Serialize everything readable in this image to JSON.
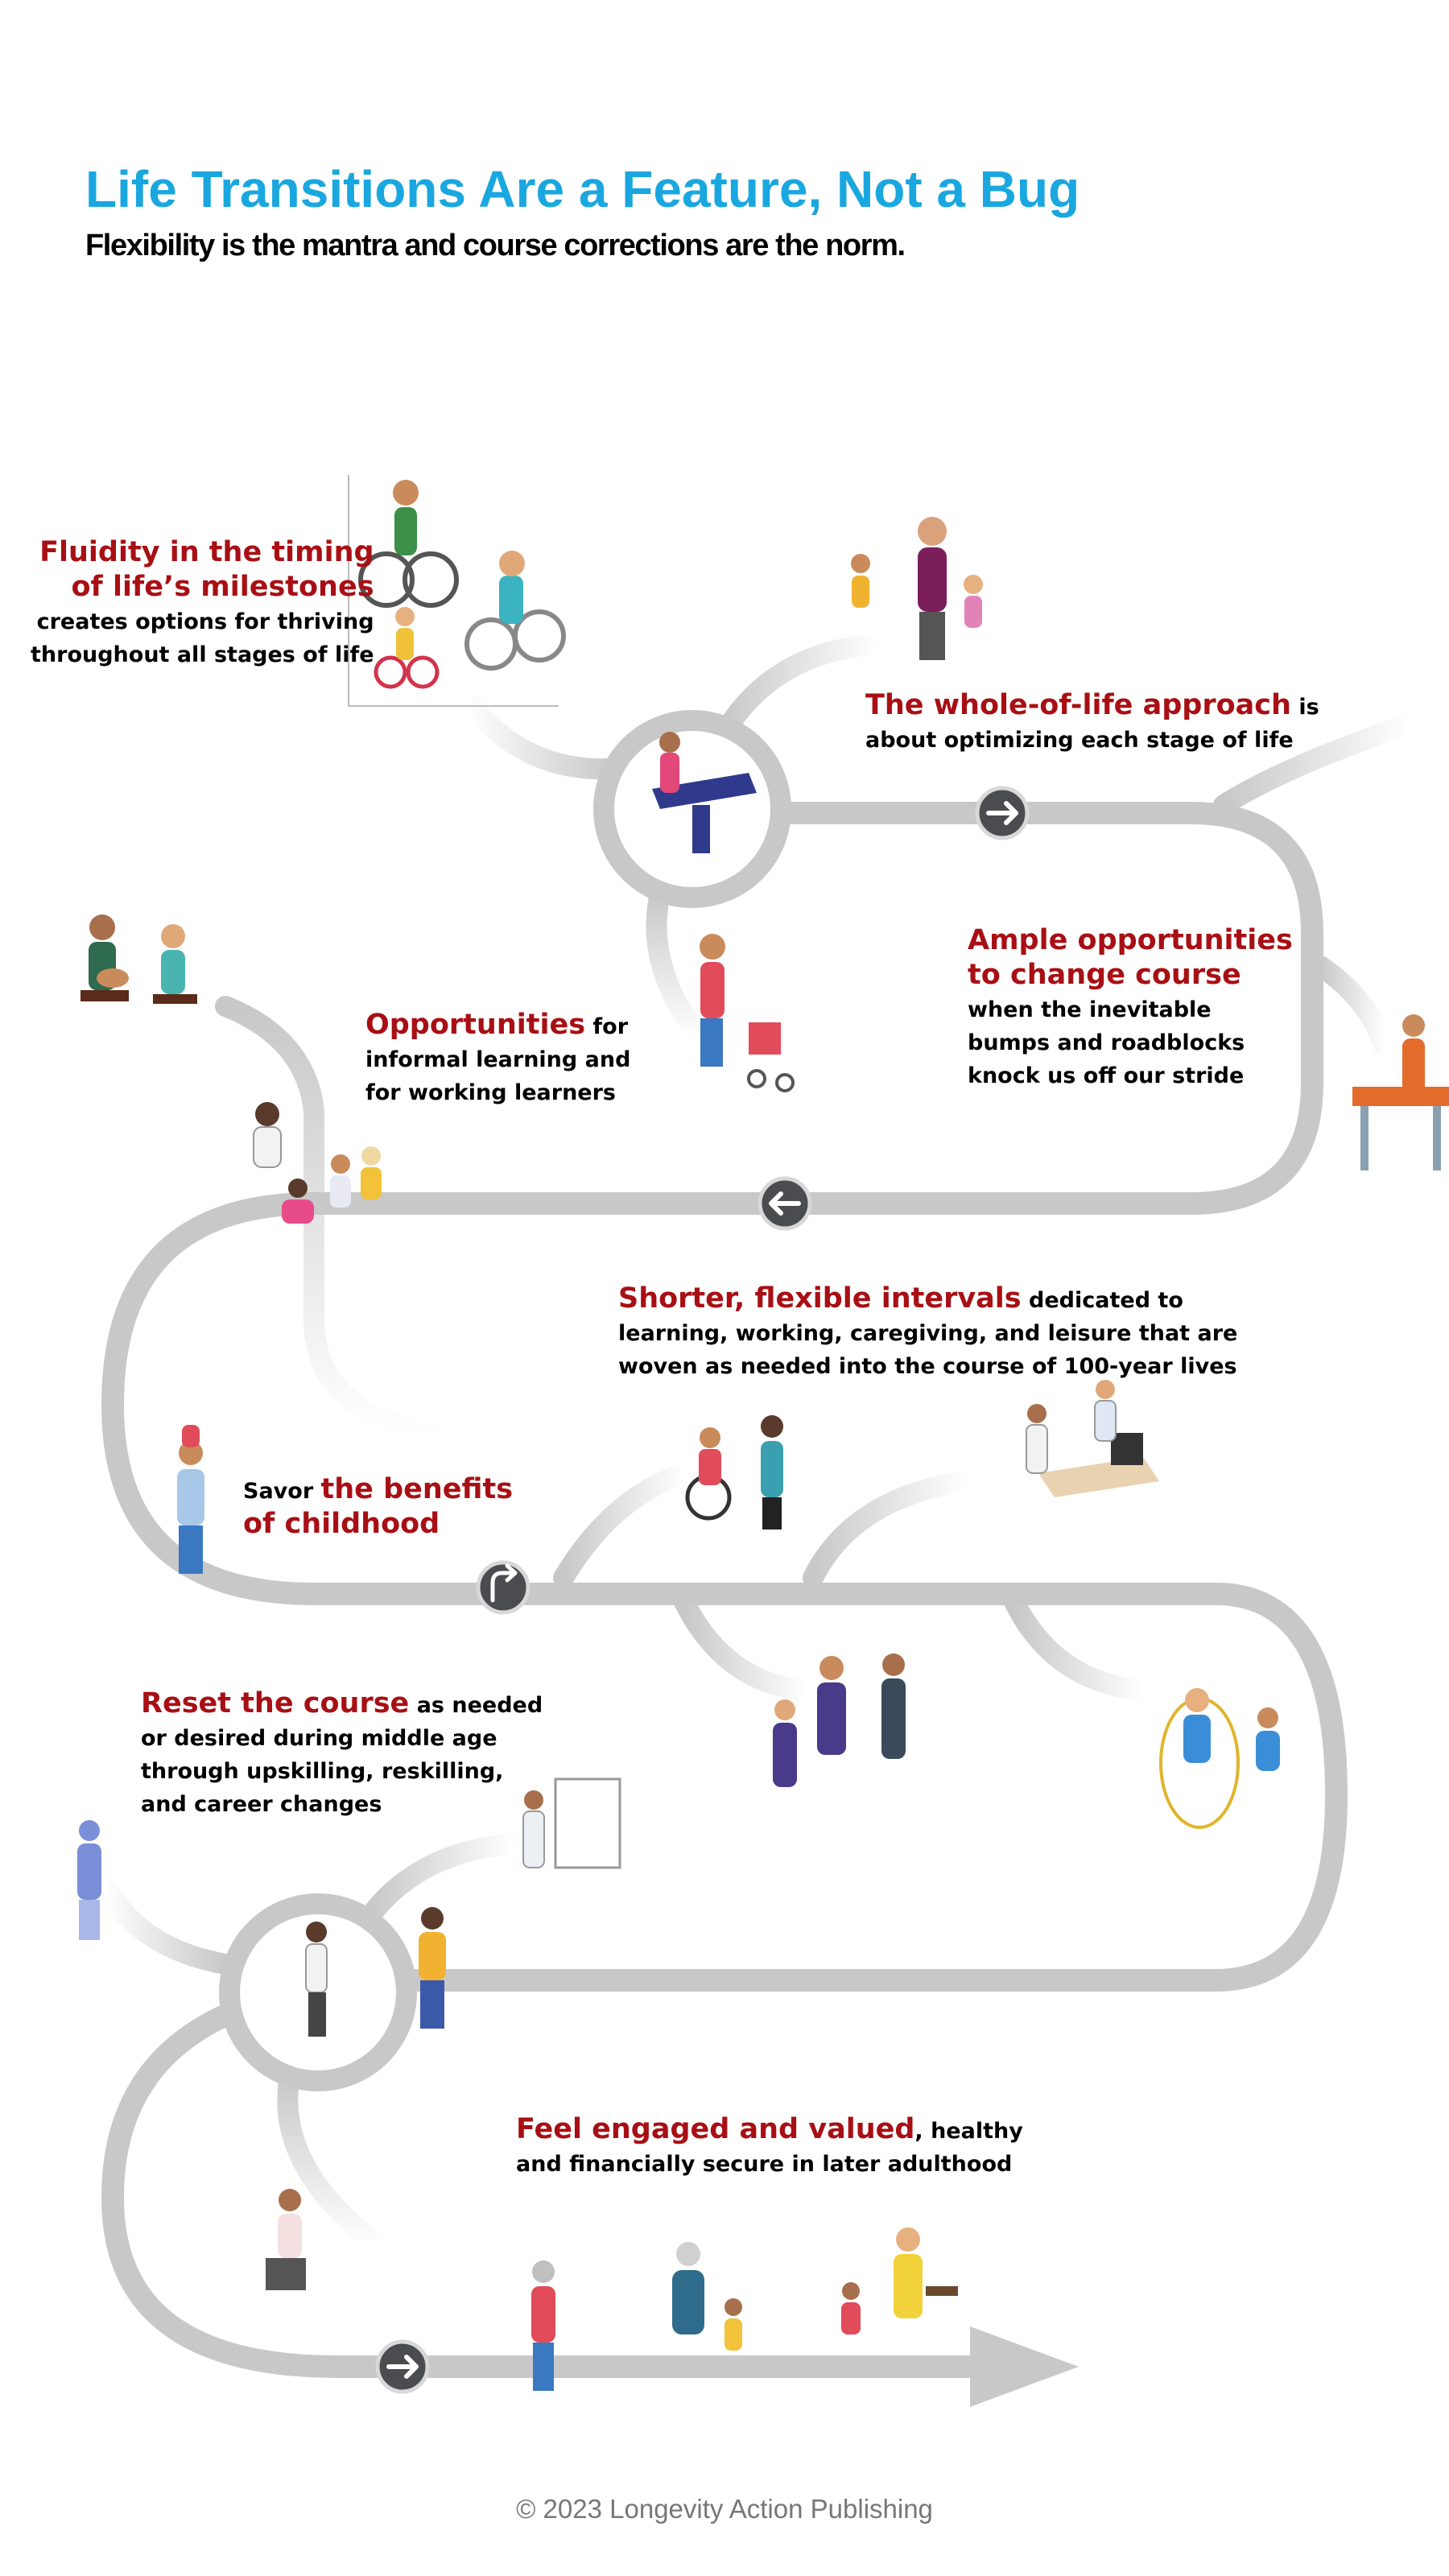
{
  "header": {
    "title": "Life Transitions Are a Feature, Not a Bug",
    "subtitle": "Flexibility is the mantra and course corrections are the norm."
  },
  "captions": {
    "fluidity": {
      "highlight": "Fluidity in the timing",
      "highlight2": "of life’s milestones",
      "text1": "creates options for thriving",
      "text2": "throughout all stages of life"
    },
    "whole_of_life": {
      "highlight": "The whole-of-life approach",
      "text1": " is",
      "text2": "about optimizing each stage of life"
    },
    "ample": {
      "highlight": "Ample opportunities",
      "highlight2": "to change course",
      "text1": "when the inevitable",
      "text2": "bumps and roadblocks",
      "text3": "knock us off our stride"
    },
    "opportunities": {
      "highlight": "Opportunities",
      "text1": " for",
      "text2": "informal learning and",
      "text3": "for working learners"
    },
    "shorter": {
      "highlight": "Shorter, flexible intervals",
      "text1": " dedicated to",
      "text2": "learning, working, caregiving, and leisure that are",
      "text3": "woven as needed into the course of 100-year lives"
    },
    "savor": {
      "text1": "Savor ",
      "highlight": "the benefits",
      "highlight2": "of childhood"
    },
    "reset": {
      "highlight": "Reset the course",
      "text1": " as needed",
      "text2": "or desired during middle age",
      "text3": "through upskilling, reskilling,",
      "text4": "and career changes"
    },
    "engaged": {
      "highlight": "Feel engaged and valued",
      "text1": ", healthy",
      "text2": "and financially secure in later adulthood"
    }
  },
  "footer": {
    "copyright": "© 2023 Longevity Action Publishing"
  },
  "icons": [
    "arrow-right-icon",
    "arrow-left-icon",
    "u-turn-icon"
  ],
  "colors": {
    "title": "#1aa7e0",
    "highlight": "#a80f14",
    "road": "#c8c8c8",
    "arrow_node": "#4a4c50"
  }
}
